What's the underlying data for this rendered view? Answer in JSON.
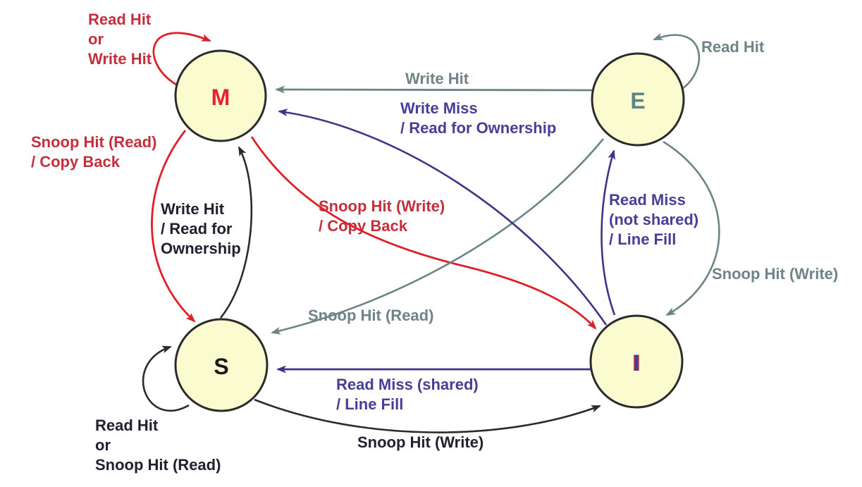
{
  "states": {
    "m": {
      "label": "M"
    },
    "e": {
      "label": "E"
    },
    "s": {
      "label": "S"
    },
    "i": {
      "label": "I"
    }
  },
  "edges": {
    "m_self": {
      "from": "M",
      "to": "M",
      "color": "red",
      "lines": [
        "Read Hit",
        "or",
        "Write Hit"
      ]
    },
    "m_to_s": {
      "from": "M",
      "to": "S",
      "color": "red",
      "lines": [
        "Snoop Hit (Read)",
        "/ Copy Back"
      ]
    },
    "m_to_i": {
      "from": "M",
      "to": "I",
      "color": "red",
      "lines": [
        "Snoop Hit (Write)",
        "/ Copy Back"
      ]
    },
    "e_self": {
      "from": "E",
      "to": "E",
      "color": "gray",
      "lines": [
        "Read Hit"
      ]
    },
    "e_to_m": {
      "from": "E",
      "to": "M",
      "color": "gray",
      "lines": [
        "Write Hit"
      ]
    },
    "e_to_s": {
      "from": "E",
      "to": "S",
      "color": "gray",
      "lines": [
        "Snoop Hit (Read)"
      ]
    },
    "e_to_i": {
      "from": "E",
      "to": "I",
      "color": "gray",
      "lines": [
        "Snoop Hit (Write)"
      ]
    },
    "i_to_m": {
      "from": "I",
      "to": "M",
      "color": "purple",
      "lines": [
        "Write Miss",
        "/ Read for Ownership"
      ]
    },
    "i_to_e": {
      "from": "I",
      "to": "E",
      "color": "purple",
      "lines": [
        "Read Miss",
        "(not shared)",
        "/ Line Fill"
      ]
    },
    "i_to_s": {
      "from": "I",
      "to": "S",
      "color": "purple",
      "lines": [
        "Read Miss (shared)",
        "/ Line Fill"
      ]
    },
    "s_to_m": {
      "from": "S",
      "to": "M",
      "color": "black",
      "lines": [
        "Write Hit",
        "/ Read for",
        "Ownership"
      ]
    },
    "s_to_i": {
      "from": "S",
      "to": "I",
      "color": "black",
      "lines": [
        "Snoop Hit (Write)"
      ]
    },
    "s_self": {
      "from": "S",
      "to": "S",
      "color": "black",
      "lines": [
        "Read Hit",
        "or",
        "Snoop Hit (Read)"
      ]
    }
  },
  "colors": {
    "node_fill": "#fbfbd0",
    "node_stroke": "#2b2b2b",
    "state_m": "#e9212e",
    "state_e": "#5f8487",
    "state_s": "#1a1a1a",
    "state_i": "#3e3f9b",
    "red_arrow": "#dd2027",
    "red_text": "#c52f3c",
    "gray_arrow": "#6b8486",
    "gray_text": "#6e8487",
    "purple_arrow": "#3c3589",
    "purple_text": "#453f96",
    "black_arrow": "#2b2b2b",
    "black_text": "#20202e"
  }
}
